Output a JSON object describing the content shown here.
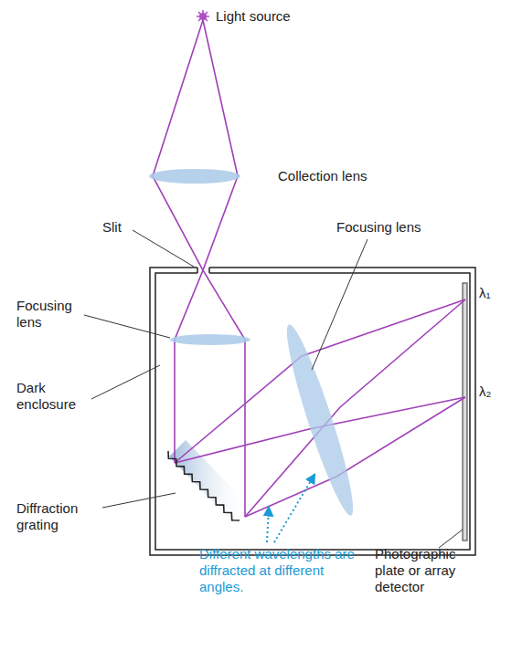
{
  "diagram": {
    "labels": [
      "Light source",
      "Collection lens",
      "Slit",
      "Focusing lens",
      "Focusing lens",
      "Dark enclosure",
      "Diffraction grating",
      "Different wavelengths are diffracted at different angles.",
      "Photographic plate or array detector",
      "λ₁",
      "λ₂"
    ]
  }
}
